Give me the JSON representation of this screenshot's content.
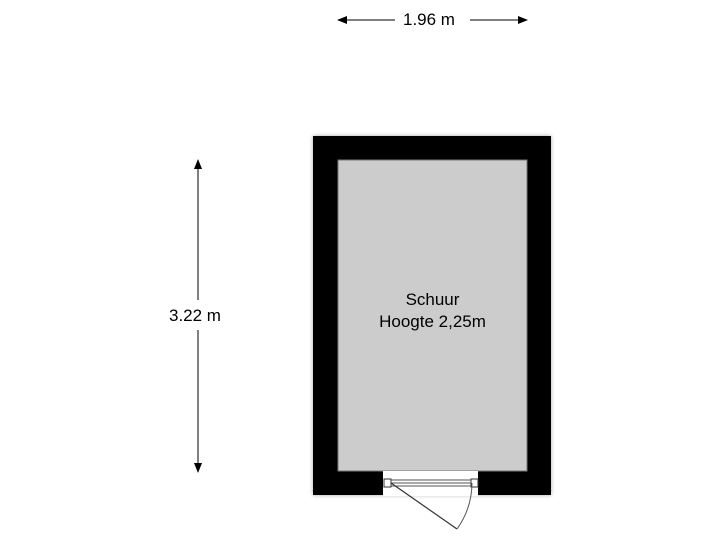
{
  "plan": {
    "dimensions": {
      "width": "1.96 m",
      "height": "3.22 m"
    },
    "room": {
      "name": "Schuur",
      "height_label": "Hoogte 2,25m"
    },
    "colors": {
      "wall": "#000000",
      "floor": "#cccccc",
      "background": "#ffffff",
      "lines": "#333333"
    }
  }
}
